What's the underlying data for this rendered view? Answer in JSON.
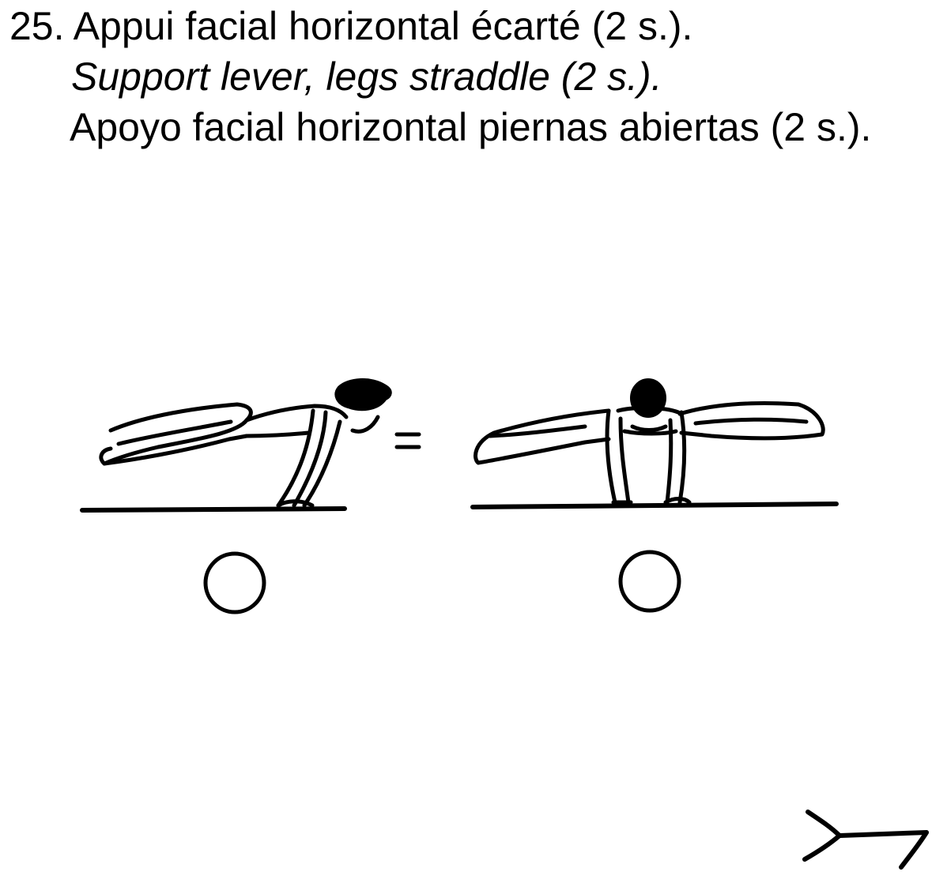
{
  "exercise": {
    "number": "25.",
    "title_fr": "Appui facial horizontal écarté (2 s.).",
    "title_en": "Support lever, legs straddle (2 s.).",
    "title_es": "Apoyo facial horizontal piernas abiertas (2 s.)."
  },
  "illustration": {
    "views": [
      "side-view",
      "front-view"
    ],
    "equivalence_symbol": "=",
    "circle_symbols": 2,
    "notation_symbol": "tuck-lever-notation-icon"
  },
  "colors": {
    "ink": "#000000",
    "background": "#ffffff"
  }
}
